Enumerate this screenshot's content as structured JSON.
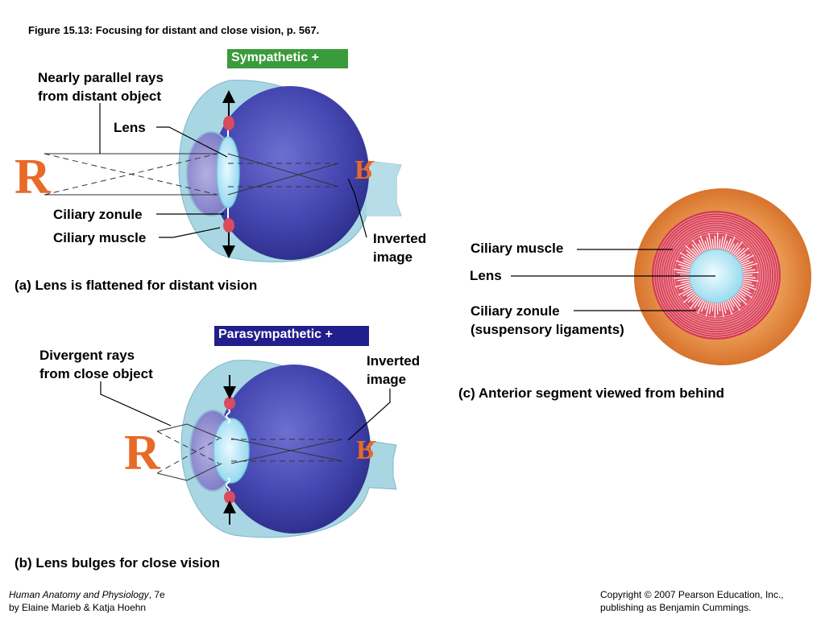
{
  "title": "Figure 15.13:  Focusing for distant and close vision, p. 567.",
  "panel_a": {
    "banner": "Sympathetic +",
    "rays_label": "Nearly parallel rays\nfrom distant object",
    "lens_label": "Lens",
    "zonule_label": "Ciliary zonule",
    "muscle_label": "Ciliary muscle",
    "image_label": "Inverted\nimage",
    "caption": "(a) Lens is flattened for distant vision"
  },
  "panel_b": {
    "banner": "Parasympathetic +",
    "rays_label": "Divergent rays\nfrom close object",
    "image_label": "Inverted\nimage",
    "caption": "(b) Lens bulges for close vision"
  },
  "panel_c": {
    "muscle_label": "Ciliary muscle",
    "lens_label": "Lens",
    "zonule_label": "Ciliary zonule\n(suspensory ligaments)",
    "caption": "(c) Anterior segment viewed from behind"
  },
  "object_letter": "R",
  "footer": {
    "book_title": "Human Anatomy and Physiology",
    "edition": ", 7e",
    "authors": "by Elaine Marieb & Katja Hoehn",
    "copyright": "Copyright © 2007 Pearson Education, Inc.,",
    "publisher": "publishing as Benjamin Cummings."
  },
  "colors": {
    "sympathetic": "#3a9b3a",
    "parasympathetic": "#221e8c",
    "eyeball": "#3f3fa8",
    "sclera": "#a8d4e0",
    "lens": "#bfeaf7",
    "ciliary": "#d94b5e",
    "letter": "#e86a28",
    "ring_orange": "#e8913c"
  }
}
